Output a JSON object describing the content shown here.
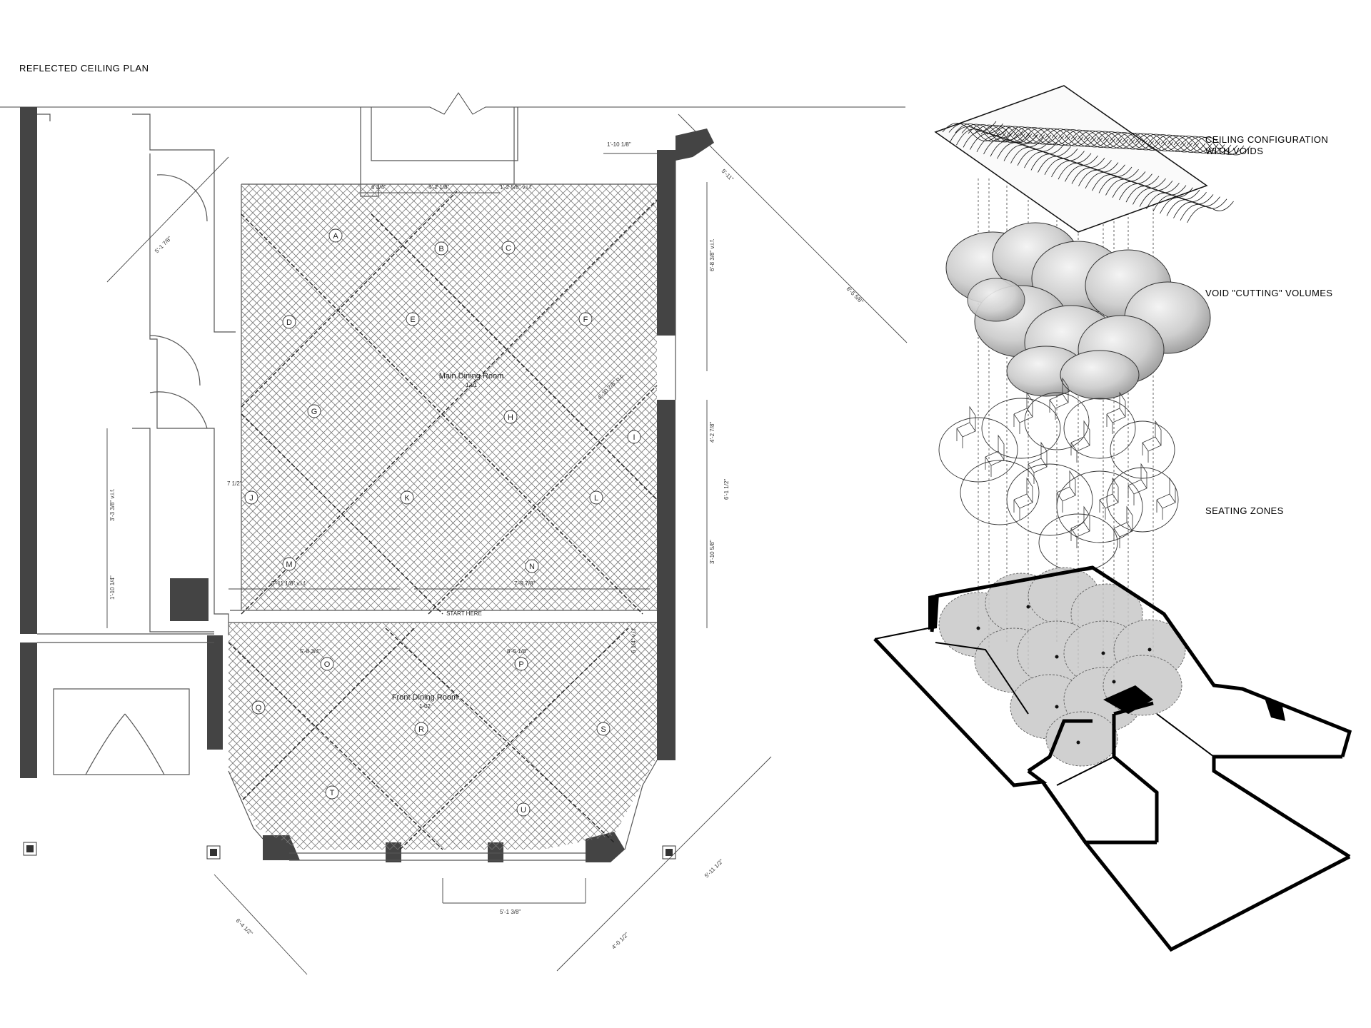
{
  "drawing_title": "REFLECTED CEILING PLAN",
  "rooms": {
    "main_name": "Main Dining Room",
    "main_number": "1-01",
    "front_name": "Front Dining Room",
    "front_number": "1-02",
    "start_label": "START HERE"
  },
  "zone_letters": [
    "A",
    "B",
    "C",
    "D",
    "E",
    "F",
    "G",
    "H",
    "I",
    "J",
    "K",
    "L",
    "M",
    "N",
    "O",
    "P",
    "Q",
    "R",
    "S",
    "T",
    "U"
  ],
  "dimensions": {
    "d1": "6 3/4\"",
    "d2": "4'-2 1/8\"",
    "d3": "1'-2 5/8\" v.i.f.",
    "d4": "1'-10 1/8\"",
    "d5": "6'-8 3/8\" v.i.f.",
    "d6": "4'-2 7/8\"",
    "d7": "6'-1 1/2\"",
    "d8": "3'-10 5/8\"",
    "d9": "5'-11 1/8\" v.i.f.",
    "d10": "7'-8 7/8\"",
    "d11": "5'-8 3/4\"",
    "d12": "8'-5 1/8\"",
    "d13": "6 1/4\" v.i.f.",
    "d14": "5'-1 3/8\"",
    "d15": "6'-4 1/2\"",
    "d16": "5'-11 1/2\"",
    "d17": "4'-0 1/2\"",
    "d18": "3'-3 3/8\" v.i.f.",
    "d19": "1'-10 1/4\"",
    "d20": "5'-1 7/8\"",
    "d21": "5'-11\"",
    "d22": "8'-5 5/8\"",
    "d23": "7 1/2\"",
    "d24": "4'-10 7/8\" o.c."
  },
  "axo_labels": {
    "ceiling_line1": "CEILING CONFIGURATION",
    "ceiling_line2": "WITH VOIDS",
    "voids": "VOID \"CUTTING\" VOLUMES",
    "seating": "SEATING ZONES"
  }
}
